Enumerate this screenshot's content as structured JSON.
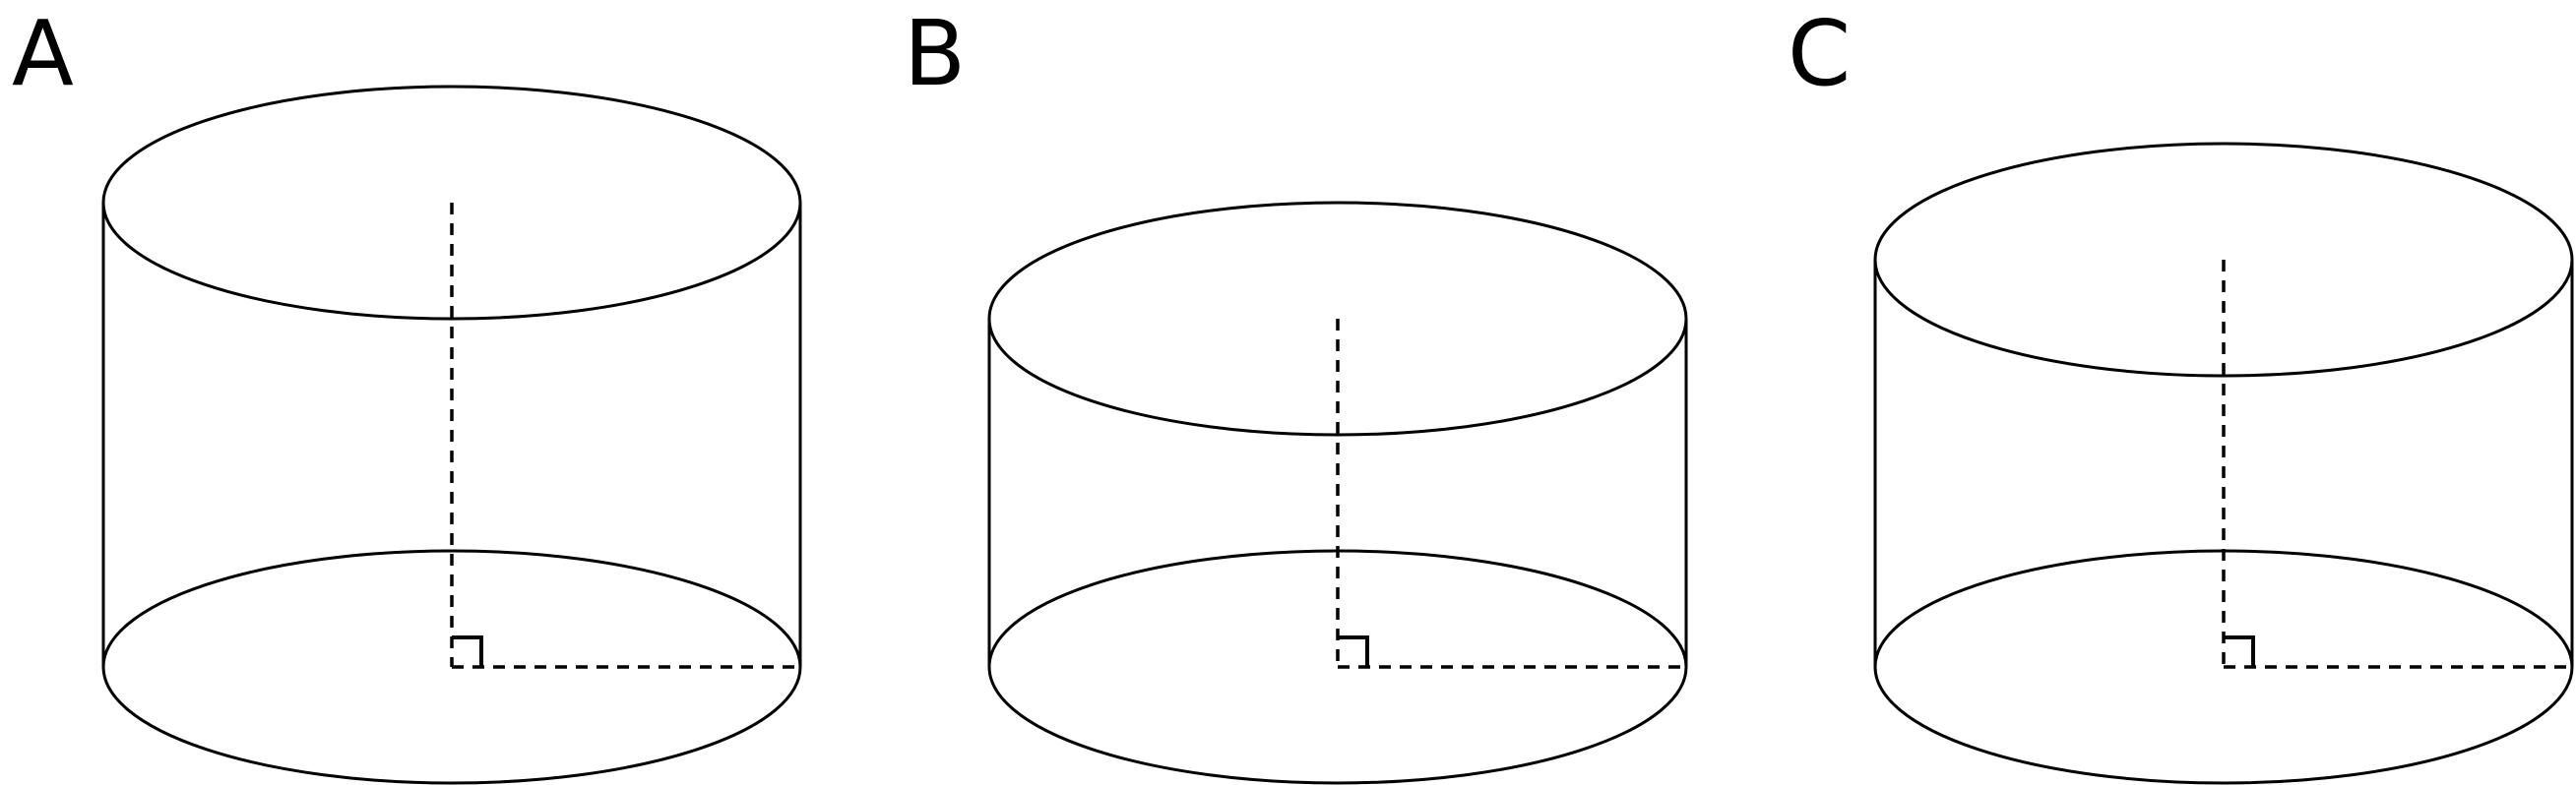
{
  "figures": [
    {
      "label": "A"
    },
    {
      "label": "B"
    },
    {
      "label": "C"
    }
  ],
  "colors": {
    "line": "#000000",
    "background": "#ffffff"
  }
}
